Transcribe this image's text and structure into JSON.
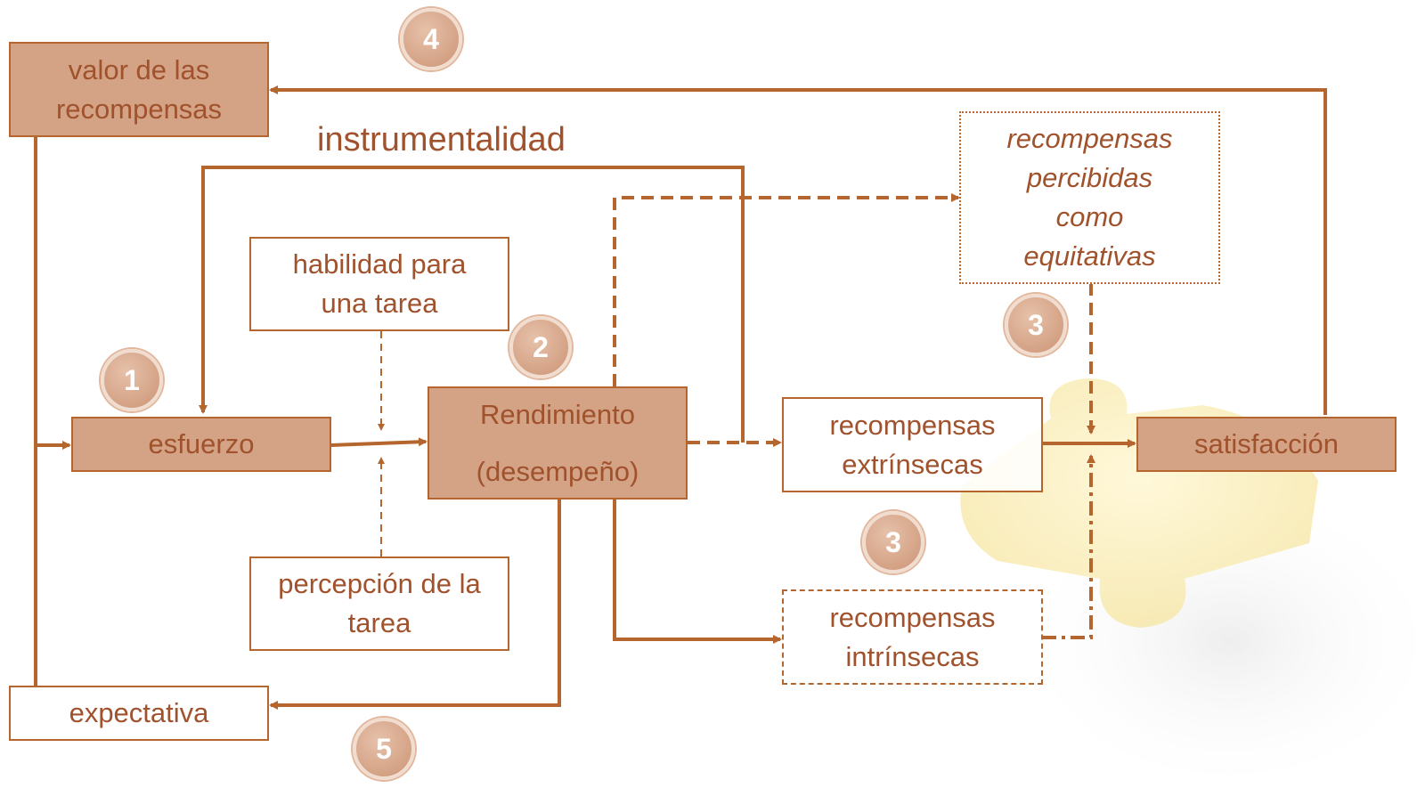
{
  "boxes": {
    "valor": "valor de las recompensas",
    "habilidad": "habilidad para una tarea",
    "esfuerzo": "esfuerzo",
    "rendimiento_line1": "Rendimiento",
    "rendimiento_line2": "(desempeño)",
    "percepcion": "percepción de la tarea",
    "expectativa": "expectativa",
    "percibidas": "recompensas percibidas como equitativas",
    "extrinsecas": "recompensas extrínsecas",
    "intrinsecas": "recompensas intrínsecas",
    "satisfaccion": "satisfacción"
  },
  "labels": {
    "instrumentalidad": "instrumentalidad"
  },
  "badges": {
    "b1": "1",
    "b2": "2",
    "b3a": "3",
    "b3b": "3",
    "b4": "4",
    "b5": "5"
  },
  "colors": {
    "accent": "#b5652e",
    "fill": "#d4a285",
    "text": "#a0522d"
  }
}
